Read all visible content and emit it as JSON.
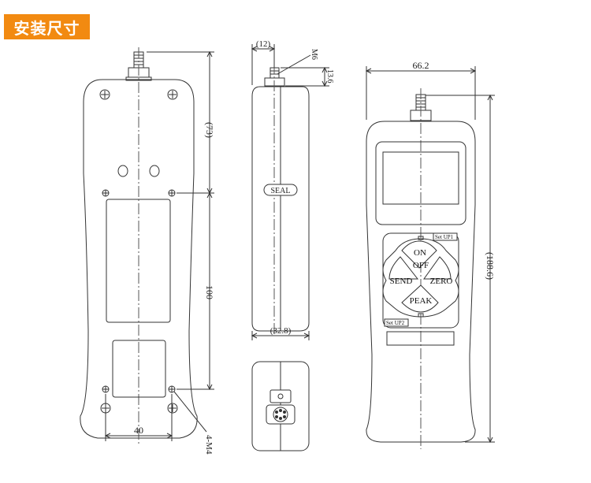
{
  "title": "安装尺寸",
  "colors": {
    "accent": "#f28a11",
    "line": "#333333"
  },
  "dimensions": {
    "front_upper": "(73)",
    "front_lower": "100",
    "hole_spacing": "40",
    "mount_holes": "4-M4",
    "side_screw_offset": "(12)",
    "thread": "M6",
    "thread_length": "13.6",
    "side_thickness": "(32.8)",
    "width": "66.2",
    "total_length": "(188.6)"
  },
  "side": {
    "label": "SEAL"
  },
  "keypad": {
    "on": "ON",
    "off": "OFF",
    "send": "SEND",
    "zero": "ZERO",
    "peak": "PEAK",
    "set_up1": "Set UP1",
    "set_up2": "Set UP2"
  }
}
